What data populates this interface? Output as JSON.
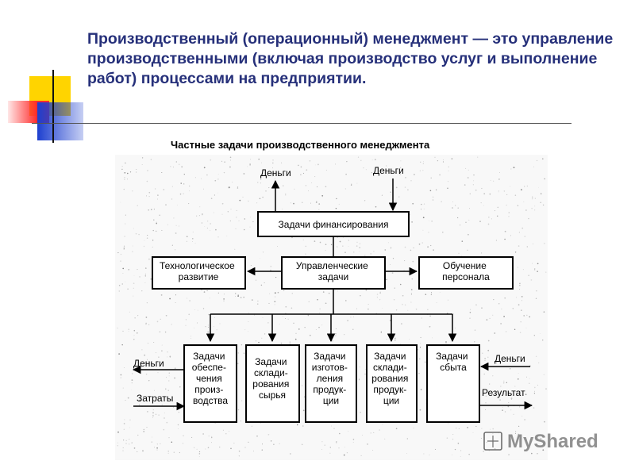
{
  "slide": {
    "title": "Производственный (операционный) менеджмент — это управление производственными (включая производство услуг и выполнение работ) процессами на предприятии."
  },
  "diagram": {
    "title": "Частные задачи производственного менеджмента",
    "top_labels": {
      "money_out": "Деньги",
      "money_in": "Деньги"
    },
    "boxes": {
      "financing": [
        "Задачи финансирования"
      ],
      "tech": [
        "Технологическое",
        "развитие"
      ],
      "management": [
        "Управленческие",
        "задачи"
      ],
      "training": [
        "Обучение",
        "персонала"
      ],
      "supply": [
        "Задачи",
        "обеспе-",
        "чения",
        "произ-",
        "водства"
      ],
      "storage_raw": [
        "Задачи",
        "склади-",
        "рования",
        "сырья"
      ],
      "manufacturing": [
        "Задачи",
        "изготов-",
        "ления",
        "продук-",
        "ции"
      ],
      "storage_products": [
        "Задачи",
        "склади-",
        "рования",
        "продук-",
        "ции"
      ],
      "sales": [
        "Задачи",
        "сбыта"
      ]
    },
    "side_labels": {
      "money_left": "Деньги",
      "costs": "Затраты",
      "money_right": "Деньги",
      "result": "Результат"
    }
  },
  "colors": {
    "title_text": "#26307a",
    "deco_yellow": "#ffd400",
    "deco_red": "#ff2d2d",
    "deco_blue": "#1d3fcf"
  },
  "watermark": {
    "text": "MyShared"
  }
}
